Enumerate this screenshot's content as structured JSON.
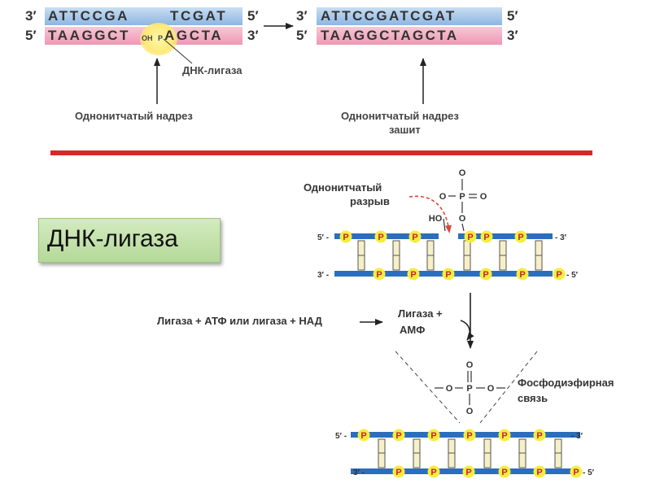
{
  "top_left": {
    "row1_left": "3′",
    "row1_seq_a": "ATTCCGA",
    "row1_seq_b": "TCGAT",
    "row1_right": "5′",
    "row2_left": "5′",
    "row2_seq_a": "TAAGGCT",
    "row2_seq_b": "AGCTA",
    "row2_right": "3′",
    "oh": "OH",
    "p": "P",
    "enzyme_label": "ДНК-лигаза",
    "nick_label": "Однонитчатый надрез"
  },
  "top_right": {
    "row1_left": "3′",
    "row1_seq": "ATTCCGATCGAT",
    "row1_right": "5′",
    "row2_left": "5′",
    "row2_seq": "TAAGGCTAGCTA",
    "row2_right": "3′",
    "label_line1": "Однонитчатый надрез",
    "label_line2": "зашит"
  },
  "title_box": "ДНК-лигаза",
  "mechanism": {
    "break_label_line1": "Однонитчатый",
    "break_label_line2": "разрыв",
    "ho": "HO",
    "o": "O",
    "p": "P",
    "five_prime": "5′ -",
    "three_prime": "3′ -",
    "end_three": "- 3′",
    "end_five": "- 5′",
    "reagents": "Лигаза + АТФ или лигаза + НАД",
    "product_line1": "Лигаза +",
    "product_line2": "АМФ",
    "bond_line1": "Фосфодиэфирная",
    "bond_line2": "связь"
  },
  "colors": {
    "accent_red": "#d42a25",
    "strand_blue": "#2a6ebd",
    "phosphate_yellow": "#f4ee3d",
    "green_box": "#c6e3ad",
    "arrow_red": "#d9473b"
  }
}
